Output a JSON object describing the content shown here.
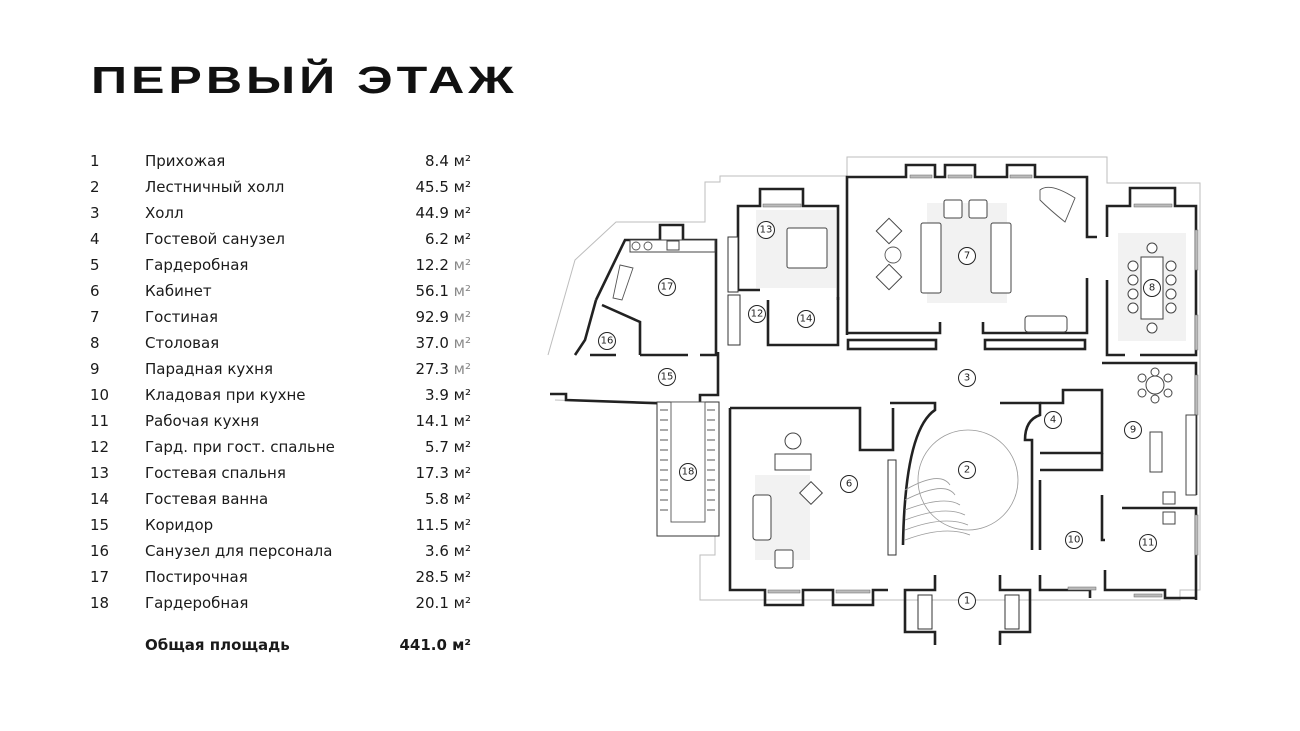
{
  "title": "ПЕРВЫЙ ЭТАЖ",
  "unit": "м²",
  "rooms": [
    {
      "num": "1",
      "name": "Прихожая",
      "area": "8.4",
      "unit": "м²"
    },
    {
      "num": "2",
      "name": "Лестничный холл",
      "area": "45.5",
      "unit": "м²"
    },
    {
      "num": "3",
      "name": "Холл",
      "area": "44.9",
      "unit": "м²"
    },
    {
      "num": "4",
      "name": "Гостевой санузел",
      "area": "6.2",
      "unit": "м²"
    },
    {
      "num": "5",
      "name": "Гардеробная",
      "area": "12.2",
      "unit": "м²"
    },
    {
      "num": "6",
      "name": "Кабинет",
      "area": "56.1",
      "unit": "м²"
    },
    {
      "num": "7",
      "name": "Гостиная",
      "area": "92.9",
      "unit": "м²"
    },
    {
      "num": "8",
      "name": "Столовая",
      "area": "37.0",
      "unit": "м²"
    },
    {
      "num": "9",
      "name": "Парадная кухня",
      "area": "27.3",
      "unit": "м²"
    },
    {
      "num": "10",
      "name": "Кладовая при кухне",
      "area": "3.9",
      "unit": "м²"
    },
    {
      "num": "11",
      "name": "Рабочая кухня",
      "area": "14.1",
      "unit": "м²"
    },
    {
      "num": "12",
      "name": "Гард. при гост. спальне",
      "area": "5.7",
      "unit": "м²"
    },
    {
      "num": "13",
      "name": "Гостевая спальня",
      "area": "17.3",
      "unit": "м²"
    },
    {
      "num": "14",
      "name": "Гостевая ванна",
      "area": "5.8",
      "unit": "м²"
    },
    {
      "num": "15",
      "name": "Коридор",
      "area": "11.5",
      "unit": "м²"
    },
    {
      "num": "16",
      "name": "Санузел для персонала",
      "area": "3.6",
      "unit": "м²"
    },
    {
      "num": "17",
      "name": "Постирочная",
      "area": "28.5",
      "unit": "м²"
    },
    {
      "num": "18",
      "name": "Гардеробная",
      "area": "20.1",
      "unit": "м²"
    }
  ],
  "total": {
    "label": "Общая площадь",
    "area": "441.0",
    "unit": "м²"
  },
  "plan_labels": [
    "1",
    "2",
    "3",
    "4",
    "6",
    "7",
    "8",
    "9",
    "10",
    "11",
    "12",
    "13",
    "14",
    "15",
    "16",
    "17",
    "18"
  ]
}
